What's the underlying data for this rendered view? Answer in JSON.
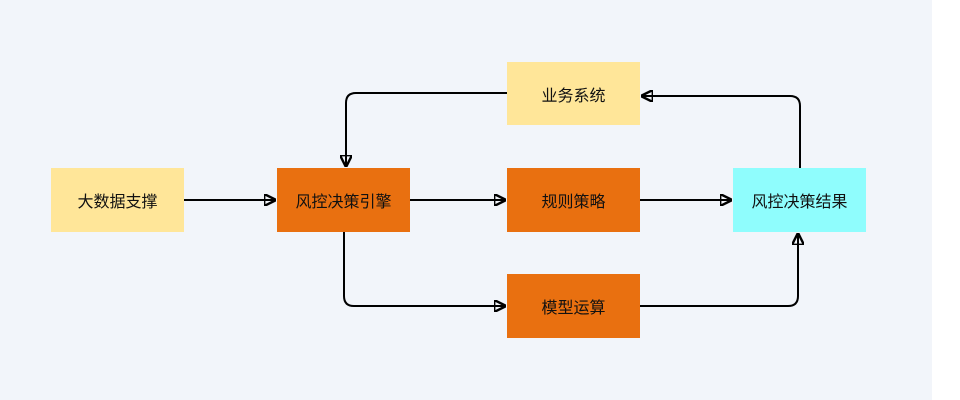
{
  "diagram": {
    "nodes": {
      "big_data": {
        "label": "大数据支撑",
        "color": "#ffe699"
      },
      "engine": {
        "label": "风控决策引擎",
        "color": "#e97010"
      },
      "rules": {
        "label": "规则策略",
        "color": "#e97010"
      },
      "business": {
        "label": "业务系统",
        "color": "#ffe699"
      },
      "model": {
        "label": "模型运算",
        "color": "#e97010"
      },
      "result": {
        "label": "风控决策结果",
        "color": "#8ffdfd"
      }
    },
    "edges": [
      {
        "from": "大数据支撑",
        "to": "风控决策引擎"
      },
      {
        "from": "风控决策引擎",
        "to": "规则策略"
      },
      {
        "from": "风控决策引擎",
        "to": "模型运算"
      },
      {
        "from": "规则策略",
        "to": "风控决策结果"
      },
      {
        "from": "模型运算",
        "to": "风控决策结果"
      },
      {
        "from": "风控决策结果",
        "to": "业务系统"
      },
      {
        "from": "业务系统",
        "to": "风控决策引擎"
      }
    ]
  }
}
